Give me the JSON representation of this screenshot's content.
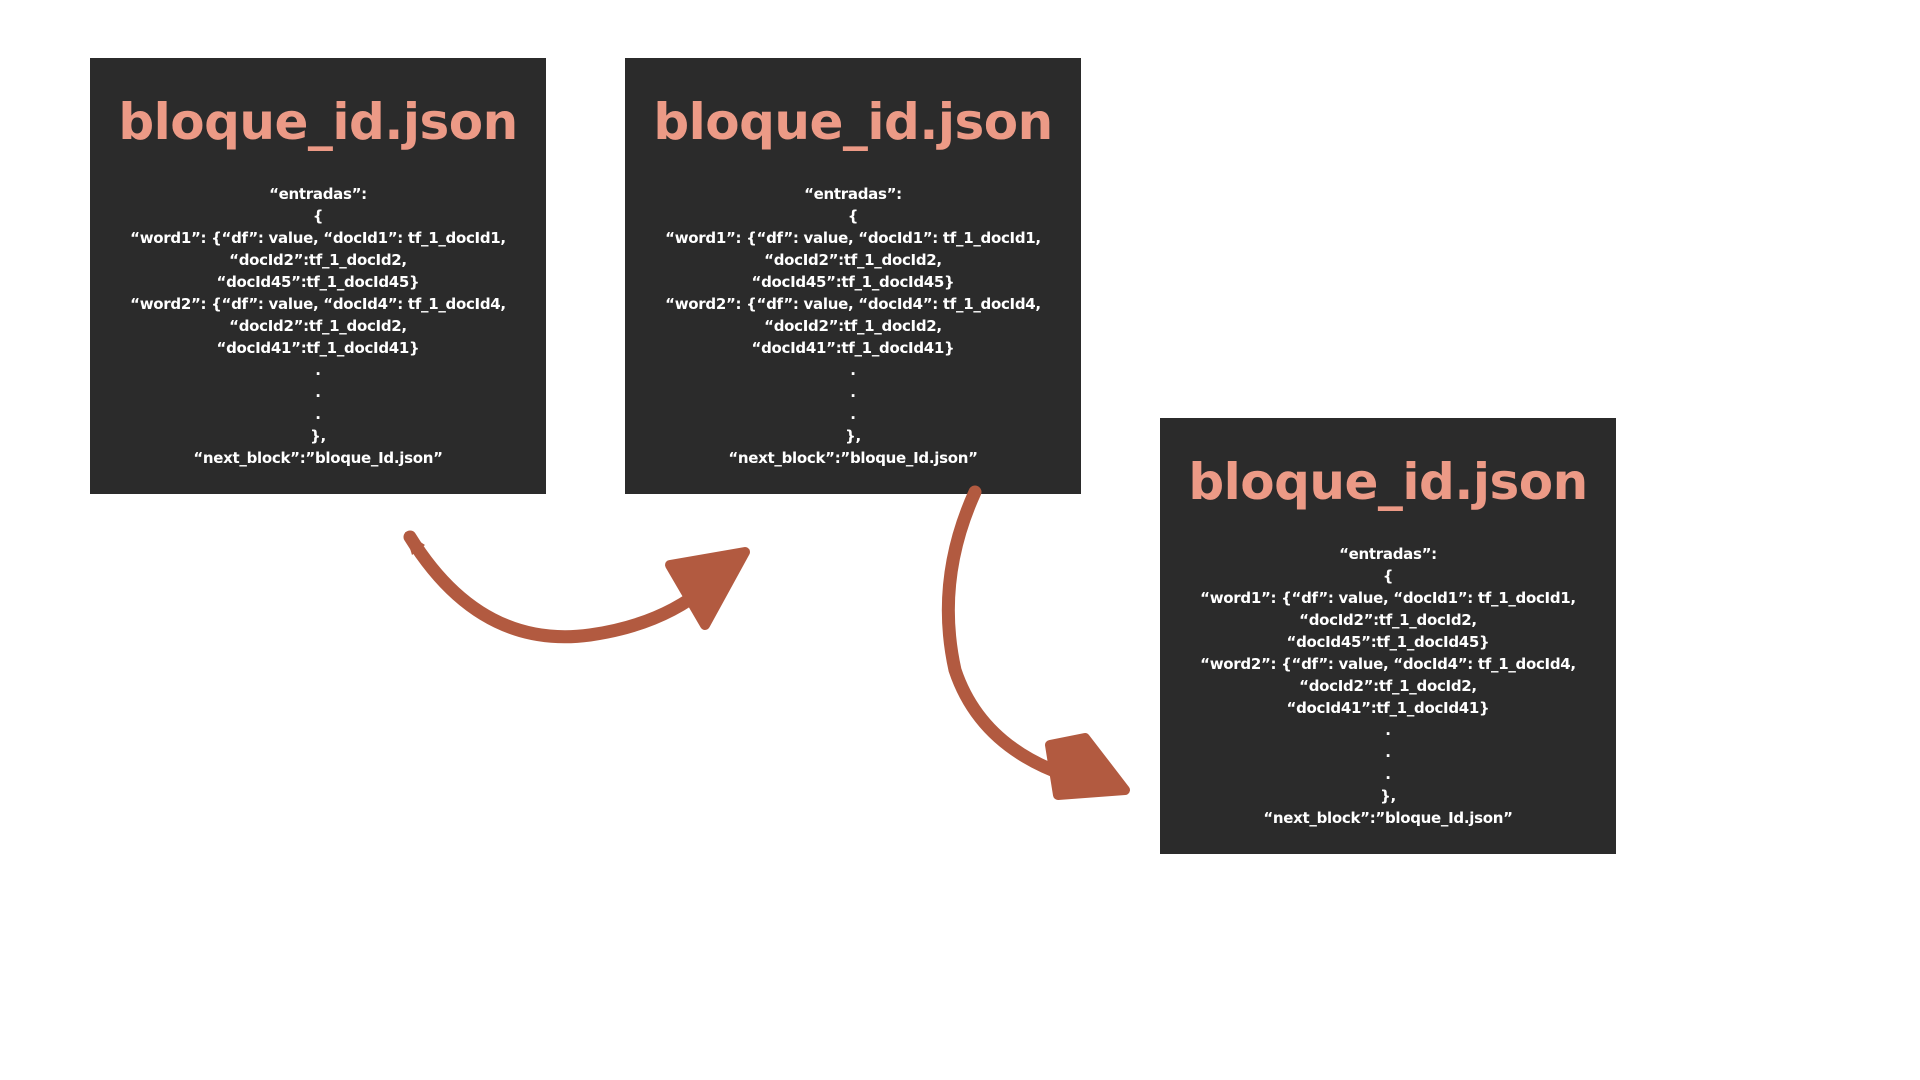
{
  "colors": {
    "card_background": "#2b2b2b",
    "title": "#ec9a86",
    "body_text": "#ffffff",
    "arrow": "#b25a40",
    "page_background": "#ffffff"
  },
  "cards": [
    {
      "title": "bloque_id.json",
      "lines": [
        "“entradas”:",
        "{",
        "“word1”: {“df”: value, “docId1”: tf_1_docId1,",
        "“docId2”:tf_1_docId2,",
        "“docId45”:tf_1_docId45}",
        "“word2”: {“df”: value, “docId4”: tf_1_docId4,",
        "“docId2”:tf_1_docId2,",
        "“docId41”:tf_1_docId41}",
        ".",
        ".",
        ".",
        "},",
        "“next_block”:”bloque_Id.json”"
      ]
    },
    {
      "title": "bloque_id.json",
      "lines": [
        "“entradas”:",
        "{",
        "“word1”: {“df”: value, “docId1”: tf_1_docId1,",
        "“docId2”:tf_1_docId2,",
        "“docId45”:tf_1_docId45}",
        "“word2”: {“df”: value, “docId4”: tf_1_docId4,",
        "“docId2”:tf_1_docId2,",
        "“docId41”:tf_1_docId41}",
        ".",
        ".",
        ".",
        "},",
        "“next_block”:”bloque_Id.json”"
      ]
    },
    {
      "title": "bloque_id.json",
      "lines": [
        "“entradas”:",
        "{",
        "“word1”: {“df”: value, “docId1”: tf_1_docId1,",
        "“docId2”:tf_1_docId2,",
        "“docId45”:tf_1_docId45}",
        "“word2”: {“df”: value, “docId4”: tf_1_docId4,",
        "“docId2”:tf_1_docId2,",
        "“docId41”:tf_1_docId41}",
        ".",
        ".",
        ".",
        "},",
        "“next_block”:”bloque_Id.json”"
      ]
    }
  ],
  "arrows": [
    {
      "from": "card-1",
      "to": "card-2",
      "icon": "curved-arrow-right"
    },
    {
      "from": "card-2",
      "to": "card-3",
      "icon": "curved-arrow-down-right"
    }
  ]
}
